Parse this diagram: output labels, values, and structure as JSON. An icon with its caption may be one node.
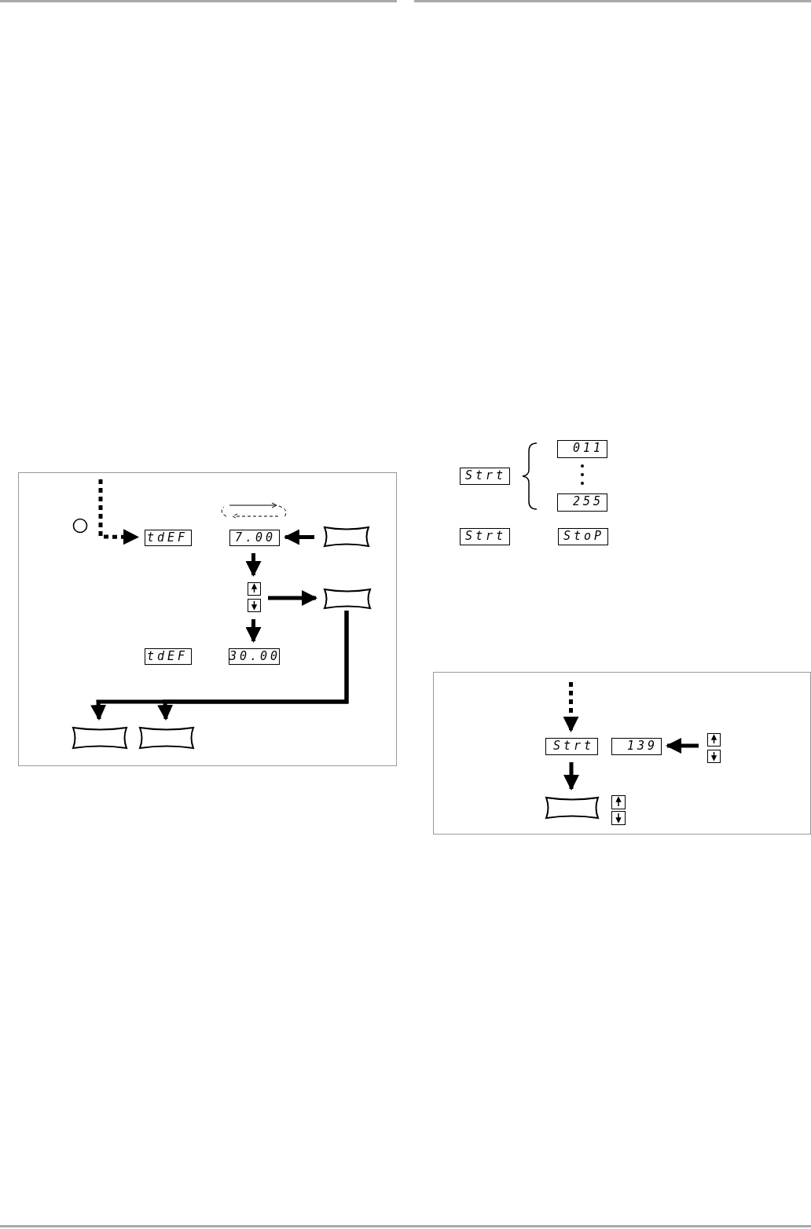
{
  "diagram": {
    "nodes": [
      {
        "text": [],
        "shape": "box"
      },
      {
        "text": [],
        "shape": "circle",
        "in": 0
      },
      {
        "text": [
          "tdEF"
        ],
        "in": 0
      },
      {
        "text": [
          "7.00"
        ],
        "in": 0
      },
      {
        "text": [],
        "shape": "box",
        "in": 0
      },
      {
        "text": [],
        "shape": "box",
        "in": 0
      },
      {
        "text": [],
        "shape": "box",
        "in": 0
      },
      {
        "text": [
          "tdEF"
        ],
        "in": 0
      },
      {
        "text": [
          "30.00"
        ],
        "in": 0
      },
      {
        "text": [],
        "shape": "box",
        "in": 0
      },
      {
        "text": [],
        "shape": "box",
        "in": 0
      },
      {
        "text": [
          "Strt"
        ]
      },
      {
        "text": [
          "011"
        ]
      },
      {
        "text": [
          "255"
        ]
      },
      {
        "text": [
          "Strt"
        ]
      },
      {
        "text": [
          "StoP"
        ]
      },
      {
        "text": [],
        "shape": "box"
      },
      {
        "text": [
          "Strt"
        ],
        "in": 16
      },
      {
        "text": [
          "139"
        ],
        "in": 16
      },
      {
        "text": [],
        "shape": "box",
        "in": 16
      },
      {
        "text": [],
        "shape": "box",
        "in": 16
      },
      {
        "text": [],
        "shape": "box",
        "in": 16
      }
    ],
    "edges": [
      {
        "from": null,
        "to": 2,
        "arrow": "to",
        "style": "dashed"
      },
      {
        "from": 4,
        "to": 3,
        "arrow": "to"
      },
      {
        "from": 3,
        "to": 5,
        "arrow": "to"
      },
      {
        "from": 5,
        "to": 6,
        "arrow": "to"
      },
      {
        "from": 5,
        "to": 8,
        "arrow": "to"
      },
      {
        "from": 6,
        "to": 9,
        "arrow": "to"
      },
      {
        "from": 6,
        "to": 10,
        "arrow": "to"
      },
      {
        "from": null,
        "to": 17,
        "arrow": "to",
        "style": "dashed"
      },
      {
        "from": 19,
        "to": 18,
        "arrow": "to"
      },
      {
        "from": 17,
        "to": 20,
        "arrow": "to"
      }
    ]
  }
}
